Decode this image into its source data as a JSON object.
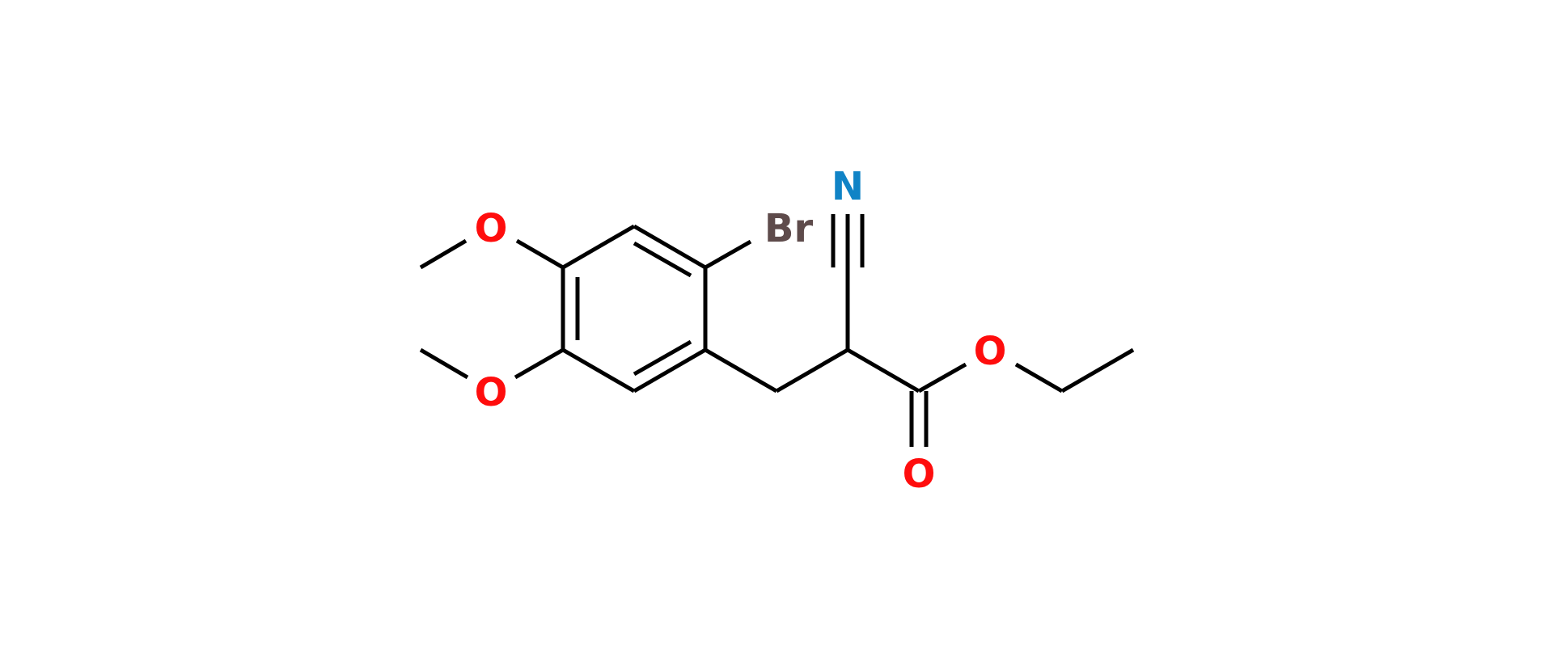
{
  "colors": {
    "background": "#ffffff",
    "bond": "#000000",
    "oxygen": "#ff0d0d",
    "nitrogen": "#1083c6",
    "bromine": "#5e4b4b"
  },
  "atoms": {
    "o_methoxy_top": {
      "symbol": "O",
      "element": "oxygen"
    },
    "o_methoxy_bottom": {
      "symbol": "O",
      "element": "oxygen"
    },
    "br": {
      "symbol": "Br",
      "element": "bromine"
    },
    "n_nitrile": {
      "symbol": "N",
      "element": "nitrogen"
    },
    "o_ester": {
      "symbol": "O",
      "element": "oxygen"
    },
    "o_carbonyl": {
      "symbol": "O",
      "element": "oxygen"
    }
  }
}
